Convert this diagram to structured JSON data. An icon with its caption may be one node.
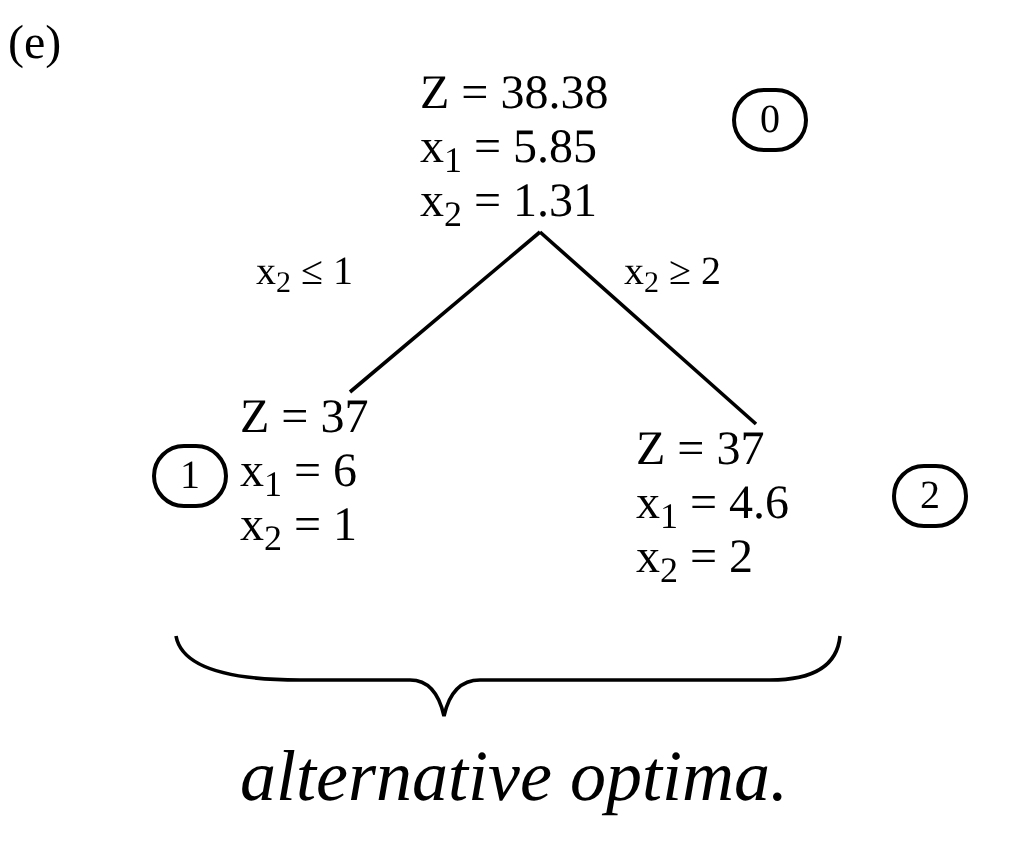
{
  "diagram": {
    "nodes": [
      {
        "text": [
          "Z = 38.38",
          "x$_{1}$ = 5.85",
          "x$_{2}$ = 1.31"
        ],
        "beside": [
          "0"
        ]
      },
      {
        "text": [
          "Z = 37",
          "x$_{1}$ = 6",
          "x$_{2}$ = 1"
        ],
        "beside": [
          "1"
        ]
      },
      {
        "text": [
          "Z = 37",
          "x$_{1}$ = 4.6",
          "x$_{2}$ = 2"
        ],
        "beside": [
          "2"
        ]
      }
    ],
    "edges": [
      {
        "from": 0,
        "to": 1,
        "arrow": "none",
        "label": "x$_{2}$ ≤ 1"
      },
      {
        "from": 0,
        "to": 2,
        "arrow": "none",
        "label": "x$_{2}$ ≥ 2"
      }
    ],
    "labels": [
      "(e)",
      "alternative optima."
    ]
  }
}
